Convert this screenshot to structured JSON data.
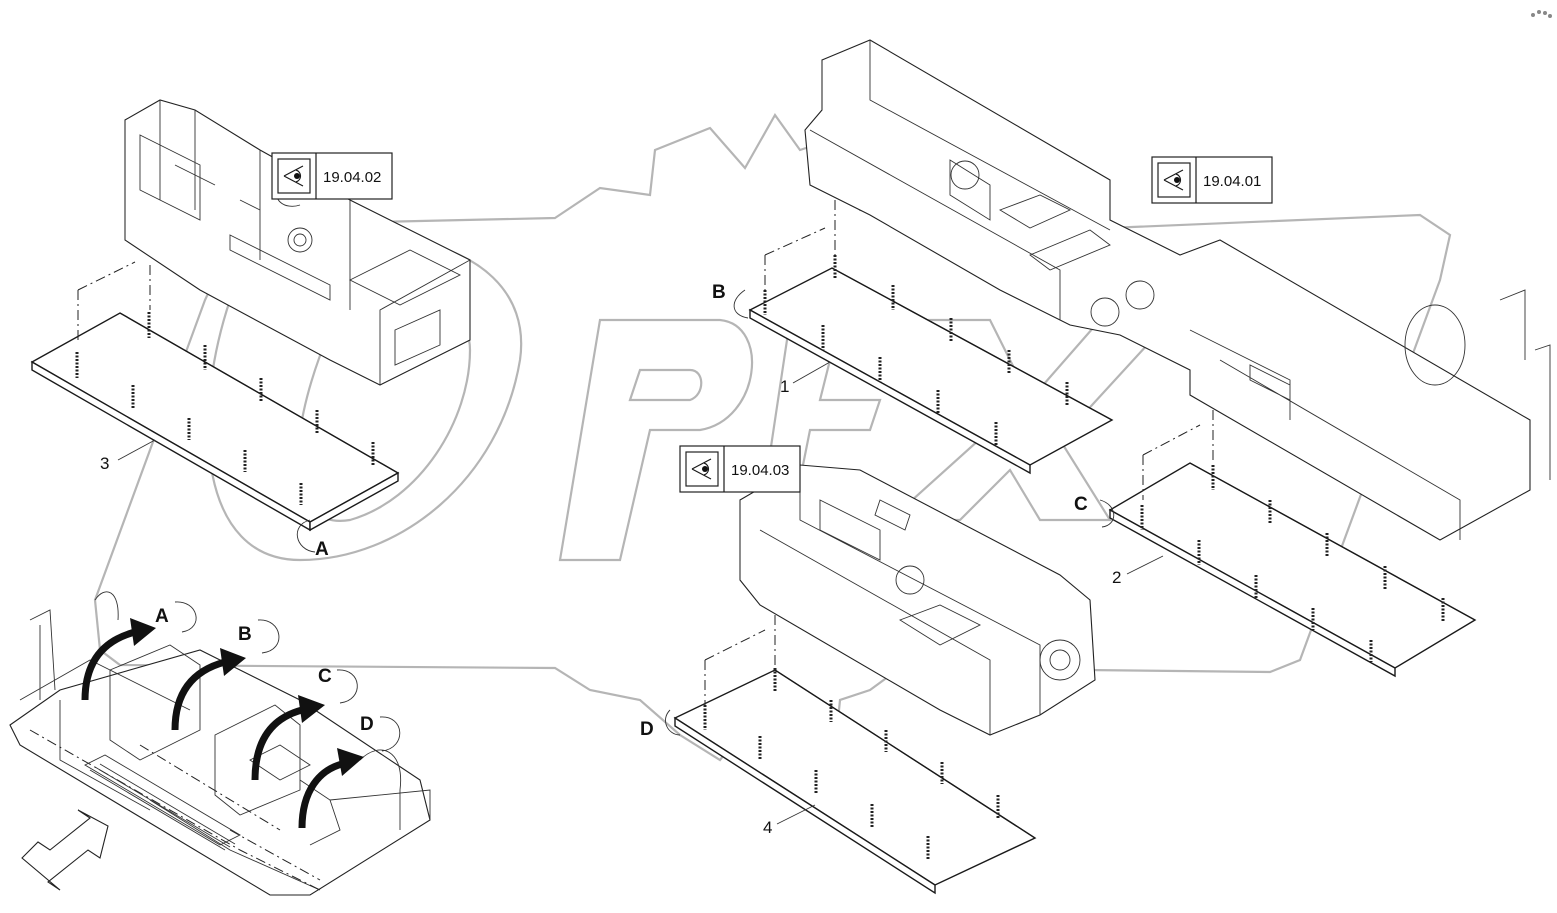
{
  "watermark": {
    "text": "OPEX"
  },
  "reference_boxes": [
    {
      "id": "ref-19-04-02",
      "label": "19.04.02"
    },
    {
      "id": "ref-19-04-01",
      "label": "19.04.01"
    },
    {
      "id": "ref-19-04-03",
      "label": "19.04.03"
    }
  ],
  "part_numbers": {
    "p1": "1",
    "p2": "2",
    "p3": "3",
    "p4": "4"
  },
  "callouts": {
    "a": "A",
    "b": "B",
    "c": "C",
    "d": "D"
  },
  "overview_callouts": {
    "a": "A",
    "b": "B",
    "c": "C",
    "d": "D"
  },
  "colors": {
    "line": "#1a1a1a",
    "watermark": "#b5b5b5",
    "background": "#ffffff"
  }
}
